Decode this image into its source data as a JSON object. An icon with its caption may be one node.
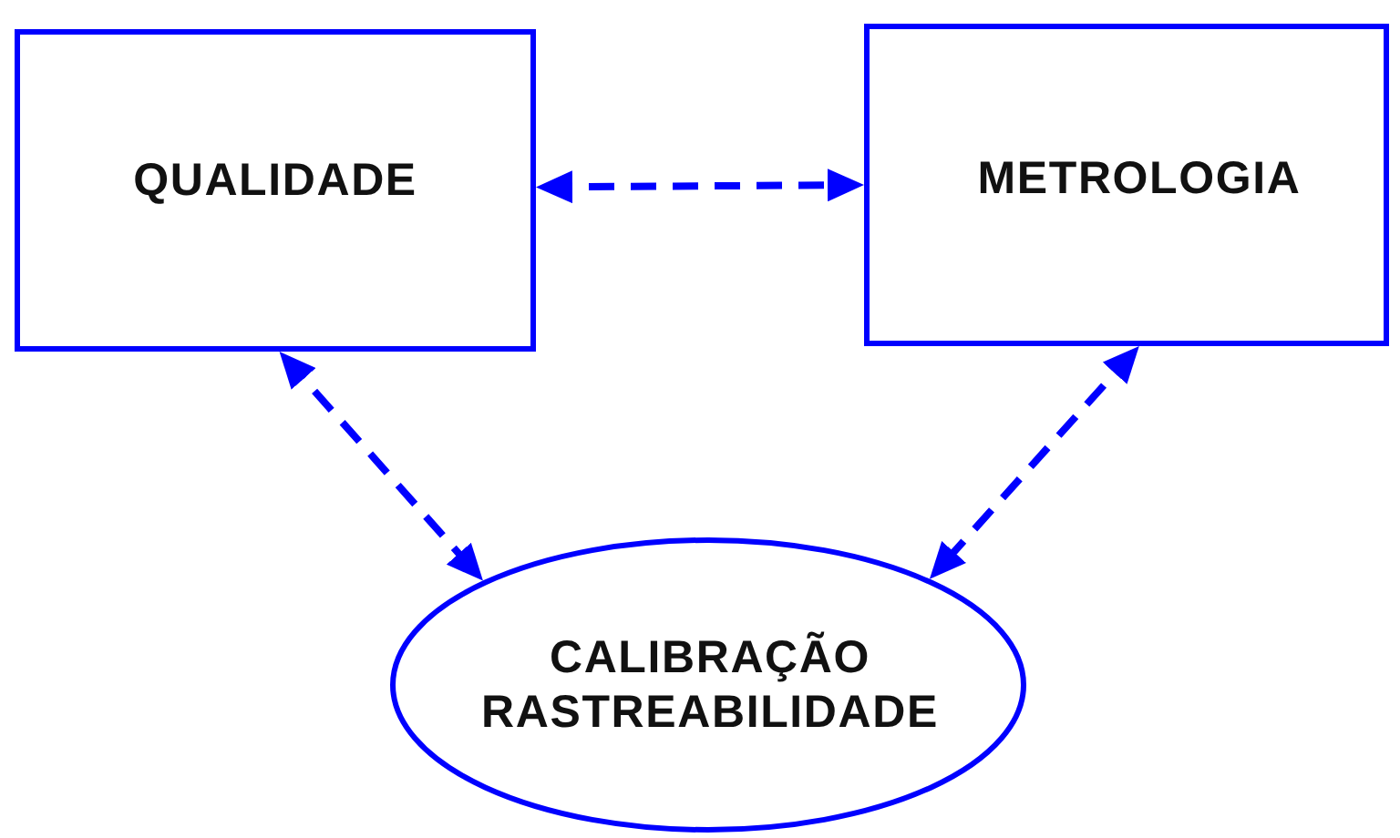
{
  "diagram": {
    "nodes": [
      {
        "text": [
          "QUALIDADE"
        ]
      },
      {
        "text": [
          "METROLOGIA"
        ]
      },
      {
        "text": [
          "CALIBRAÇÃO RASTREABILIDADE"
        ]
      }
    ],
    "edges": [
      {
        "from": 0,
        "to": 1,
        "arrow": "both",
        "style": "dashed"
      },
      {
        "from": 0,
        "to": 2,
        "arrow": "both",
        "style": "dashed"
      },
      {
        "from": 1,
        "to": 2,
        "arrow": "both",
        "style": "dashed"
      }
    ]
  }
}
